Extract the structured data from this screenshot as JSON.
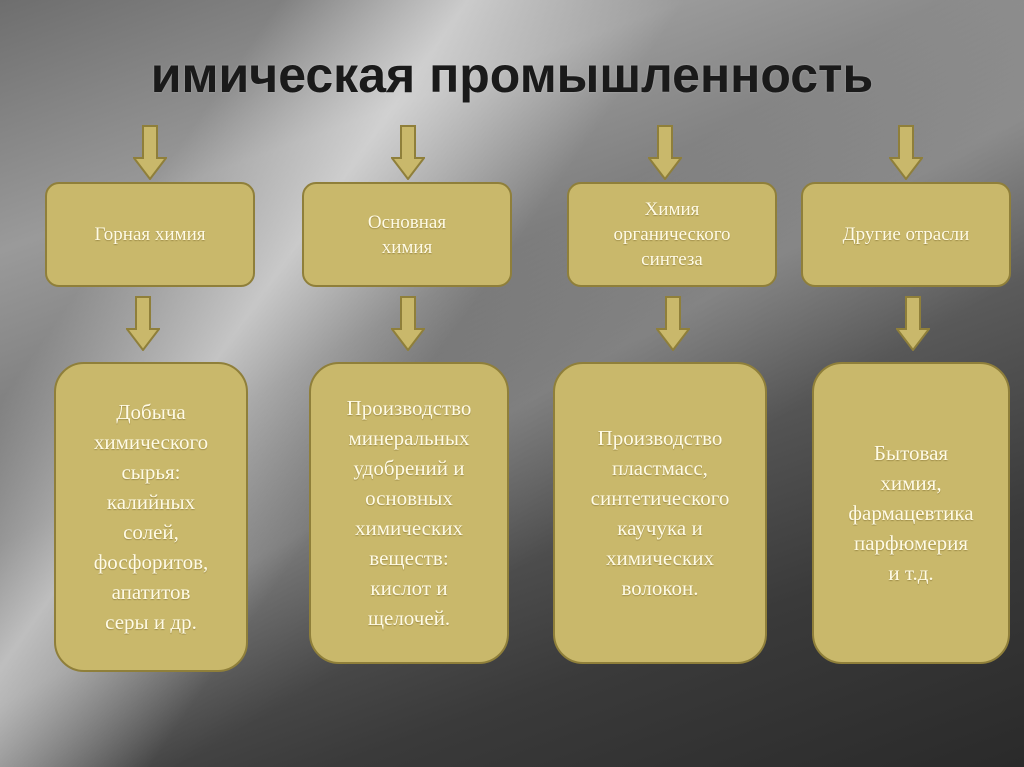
{
  "title": "имическая промышленность",
  "colors": {
    "box_fill": "#c9b86b",
    "box_border": "#8f7f3a",
    "box_text": "#fffbe6",
    "title_text": "#1a1a1a"
  },
  "branches": [
    {
      "category": "Горная химия",
      "description": "Добыча\nхимического\nсырья:\nкалийных\nсолей,\nфосфоритов,\nапатитов\nсеры и др."
    },
    {
      "category": "Основная\nхимия",
      "description": "Производство\nминеральных\nудобрений и\nосновных\nхимических\nвеществ:\nкислот и\nщелочей."
    },
    {
      "category": "Химия\nорганического\nсинтеза",
      "description": "Производство\nпластмасс,\nсинтетического\nкаучука и\nхимических\nволокон."
    },
    {
      "category": "Другие отрасли",
      "description": "Бытовая\nхимия,\nфармацевтика\nпарфюмерия\n   и т.д."
    }
  ]
}
